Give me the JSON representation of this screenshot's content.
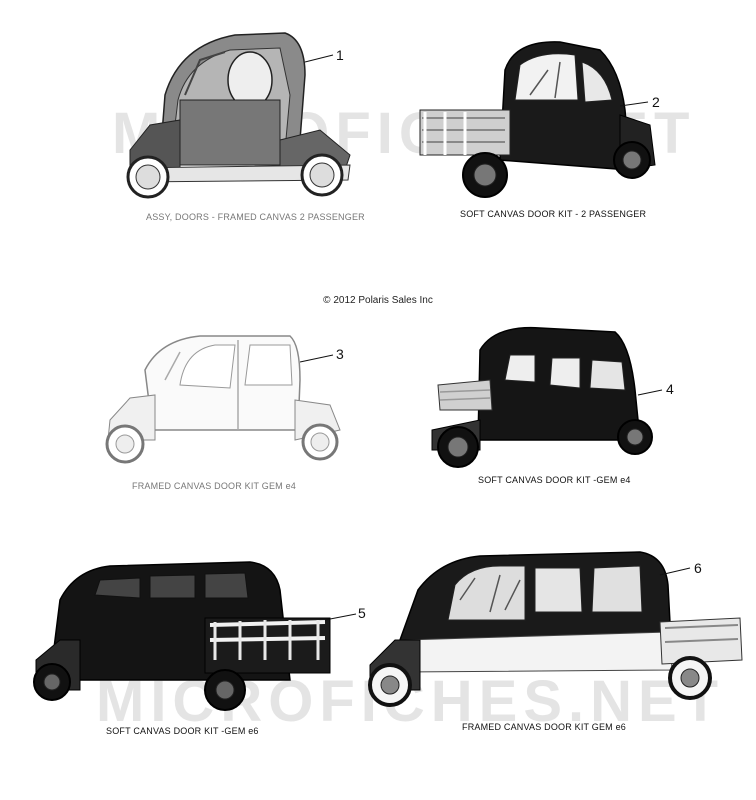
{
  "watermark": {
    "text_top": "MICROFICHE.NET",
    "text_bottom": "MICROFICHES.NET"
  },
  "copyright": "© 2012 Polaris Sales Inc",
  "parts": [
    {
      "callout": "1",
      "caption": "ASSY, DOORS - FRAMED CANVAS 2 PASSENGER"
    },
    {
      "callout": "2",
      "caption": "SOFT CANVAS DOOR KIT - 2 PASSENGER"
    },
    {
      "callout": "3",
      "caption": "FRAMED CANVAS DOOR KIT GEM e4"
    },
    {
      "callout": "4",
      "caption": "SOFT CANVAS DOOR KIT -GEM e4"
    },
    {
      "callout": "5",
      "caption": "SOFT CANVAS DOOR KIT -GEM e6"
    },
    {
      "callout": "6",
      "caption": "FRAMED CANVAS DOOR KIT GEM e6"
    }
  ]
}
